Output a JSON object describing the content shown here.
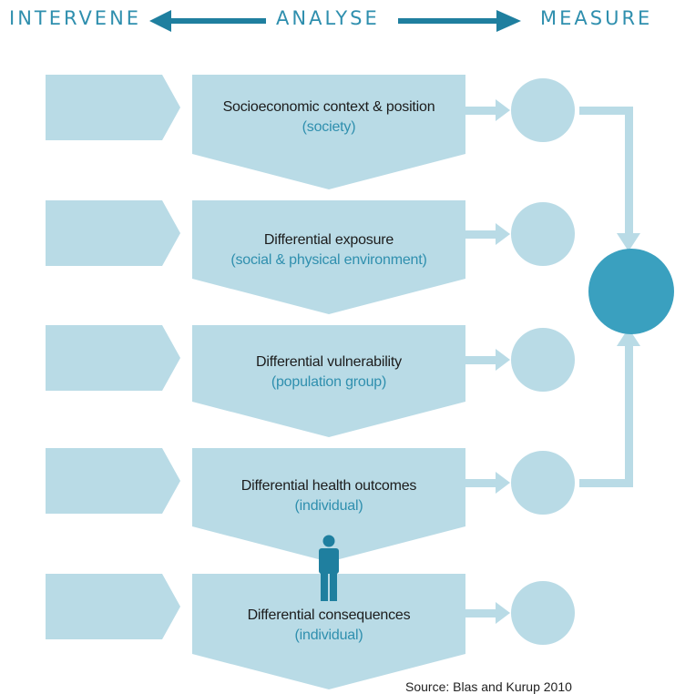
{
  "header": {
    "intervene": "INTERVENE",
    "analyse": "ANALYSE",
    "measure": "MEASURE"
  },
  "stages": [
    {
      "title": "Socioeconomic context & position",
      "subtitle": "(society)"
    },
    {
      "title": "Differential exposure",
      "subtitle": "(social & physical environment)"
    },
    {
      "title": "Differential vulnerability",
      "subtitle": "(population group)"
    },
    {
      "title": "Differential health outcomes",
      "subtitle": "(individual)"
    },
    {
      "title": "Differential consequences",
      "subtitle": "(individual)"
    }
  ],
  "icons": {
    "person": "person-icon"
  },
  "colors": {
    "header_text": "#2f8fae",
    "header_arrow": "#1f7f9f",
    "shape_fill": "#b9dbe6",
    "measure_circle": "#3aa0bf",
    "title_text": "#1c1c1c",
    "subtitle_text": "#2f8fae"
  },
  "source": "Source: Blas and Kurup 2010"
}
